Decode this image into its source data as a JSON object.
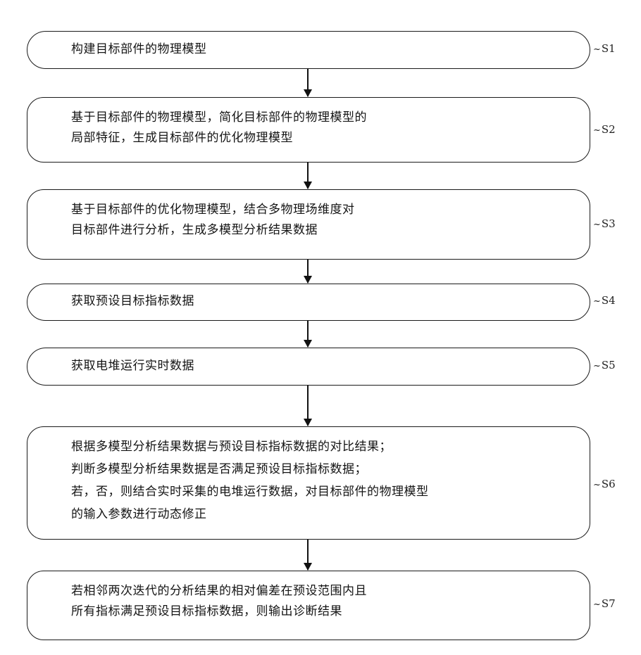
{
  "flowchart": {
    "steps": [
      {
        "id": "S1",
        "label": "S1",
        "lines": [
          "构建目标部件的物理模型"
        ]
      },
      {
        "id": "S2",
        "label": "S2",
        "lines": [
          "基于目标部件的物理模型，简化目标部件的物理模型的",
          "局部特征，生成目标部件的优化物理模型"
        ]
      },
      {
        "id": "S3",
        "label": "S3",
        "lines": [
          "基于目标部件的优化物理模型，结合多物理场维度对",
          "目标部件进行分析，生成多模型分析结果数据"
        ]
      },
      {
        "id": "S4",
        "label": "S4",
        "lines": [
          "获取预设目标指标数据"
        ]
      },
      {
        "id": "S5",
        "label": "S5",
        "lines": [
          "获取电堆运行实时数据"
        ]
      },
      {
        "id": "S6",
        "label": "S6",
        "lines": [
          "根据多模型分析结果数据与预设目标指标数据的对比结果；",
          "判断多模型分析结果数据是否满足预设目标指标数据；",
          "若，否，则结合实时采集的电堆运行数据，对目标部件的物理模型",
          "的输入参数进行动态修正"
        ]
      },
      {
        "id": "S7",
        "label": "S7",
        "lines": [
          "若相邻两次迭代的分析结果的相对偏差在预设范围内且",
          "所有指标满足预设目标指标数据，则输出诊断结果"
        ]
      }
    ],
    "connector_icon": "down-arrow-icon",
    "label_prefix": "~"
  }
}
